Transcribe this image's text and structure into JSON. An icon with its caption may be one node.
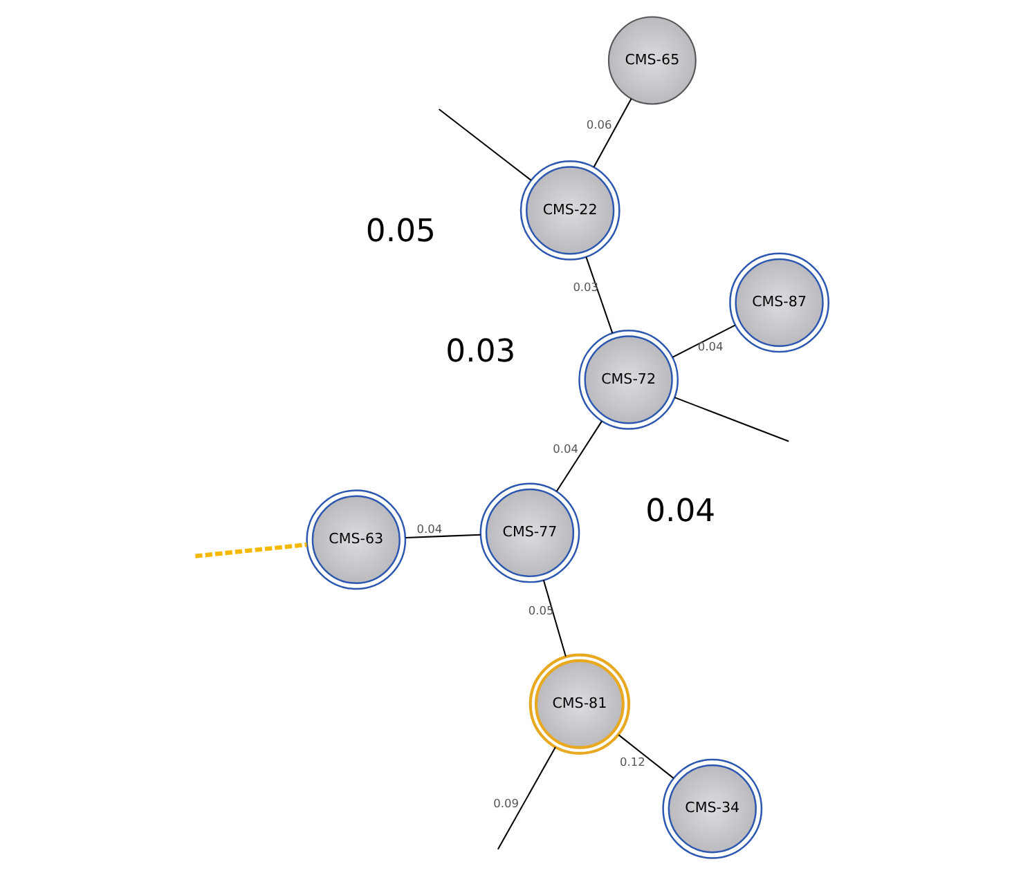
{
  "diagram": {
    "nodes": [
      {
        "text": [
          "CMS-22"
        ]
      },
      {
        "text": [
          "CMS-65"
        ]
      },
      {
        "text": [
          "CMS-72"
        ]
      },
      {
        "text": [
          "CMS-87"
        ]
      },
      {
        "text": [
          "CMS-77"
        ]
      },
      {
        "text": [
          "CMS-63"
        ]
      },
      {
        "text": [
          "CMS-81"
        ]
      },
      {
        "text": [
          "CMS-34"
        ]
      }
    ],
    "edges": [
      {
        "from": null,
        "to": 0,
        "arrow": "none"
      },
      {
        "from": 0,
        "to": 1,
        "arrow": "none",
        "label": "0.06"
      },
      {
        "from": null,
        "to": 2,
        "arrow": "none"
      },
      {
        "from": 2,
        "to": 0,
        "arrow": "none",
        "label": "0.03"
      },
      {
        "from": 2,
        "to": 3,
        "arrow": "none",
        "label": "0.04"
      },
      {
        "from": 2,
        "to": 4,
        "arrow": "none",
        "label": "0.04"
      },
      {
        "from": 4,
        "to": 5,
        "arrow": "none",
        "label": "0.04"
      },
      {
        "from": 4,
        "to": 6,
        "arrow": "none",
        "label": "0.05"
      },
      {
        "from": 6,
        "to": null,
        "arrow": "none",
        "label": "0.09"
      },
      {
        "from": null,
        "to": 5,
        "arrow": "none",
        "style": "dashed",
        "color": "#f5b800"
      },
      {
        "from": 6,
        "to": 7,
        "arrow": "none",
        "label": "0.12"
      }
    ],
    "labels": [
      "0.03",
      "0.04",
      "0.05"
    ]
  }
}
